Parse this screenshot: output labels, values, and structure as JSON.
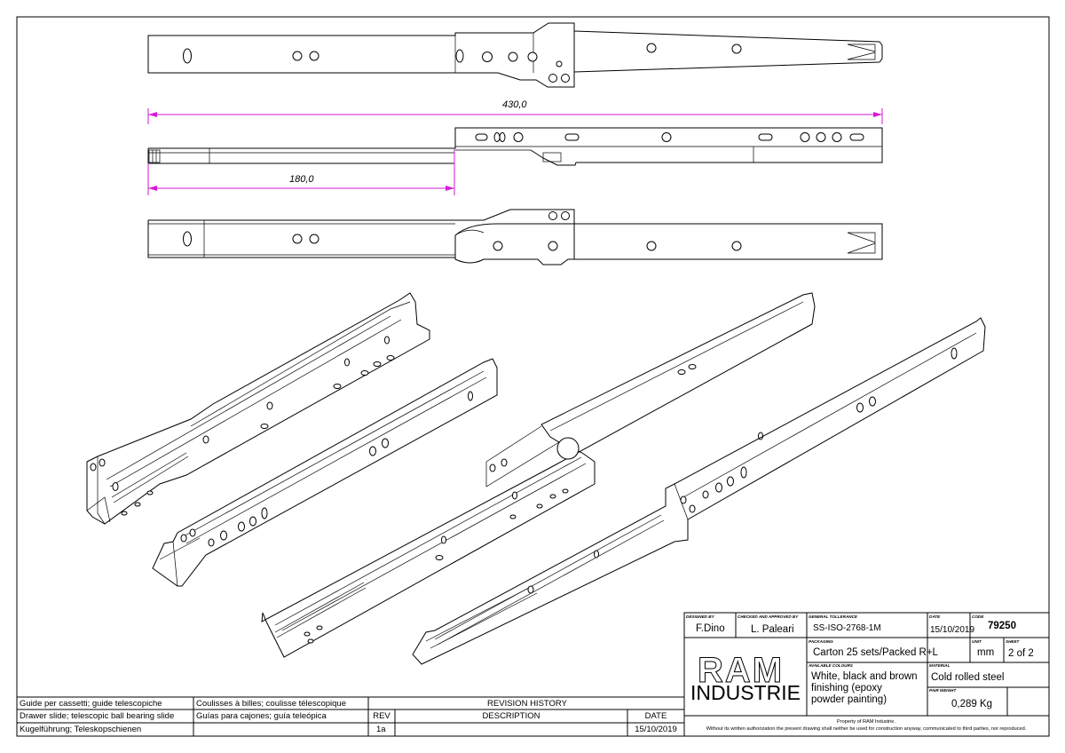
{
  "dimensions": {
    "overall_length": "430,0",
    "extension_length": "180,0"
  },
  "title_block": {
    "designed_by_label": "DESIGNED BY",
    "designed_by": "F.Dino",
    "checked_label": "CHECKED AND APPROVED BY",
    "checked_by": "L. Paleari",
    "tolerance_label": "GENERAL TOLLERANCE",
    "tolerance": "SS-ISO-2768-1M",
    "date_label": "DATE",
    "date": "15/10/2019",
    "code_label": "CODE",
    "code": "79250",
    "packaging_label": "PACKAGING",
    "packaging": "Carton 25 sets/Packed R+L",
    "unit_label": "UNIT",
    "unit": "mm",
    "sheet_label": "SHEET",
    "sheet": "2 of 2",
    "colours_label": "AVAILABLE COLOURS",
    "colours_line1": "White, black and brown",
    "colours_line2": "finishing (epoxy",
    "colours_line3": "powder painting)",
    "material_label": "MATERIAL",
    "material": "Cold rolled steel",
    "weight_label": "PAIR WEIGHT",
    "weight": "0,289 Kg",
    "logo_top": "RAM",
    "logo_bottom": "INDUSTRIE",
    "property_line": "Property of RAM Industrie.",
    "disclaimer": "Without its written authorization the present drawing shall neither be used for construction anyway, communicated to third parties, nor reproduced."
  },
  "names": {
    "it_1": "Guide per cassetti; guide telescopiche",
    "fr_1": "Coulisses à billes; coulisse télescopique",
    "en_1": "Drawer slide; telescopic ball bearing slide",
    "es_1": "Guías para cajones; guía teleópica",
    "de_1": "Kugelführung; Teleskopschienen"
  },
  "revision": {
    "title": "REVISION HISTORY",
    "rev_header": "REV",
    "desc_header": "DESCRIPTION",
    "date_header": "DATE",
    "rows": [
      {
        "rev": "1a",
        "description": "",
        "date": "15/10/2019"
      }
    ]
  }
}
